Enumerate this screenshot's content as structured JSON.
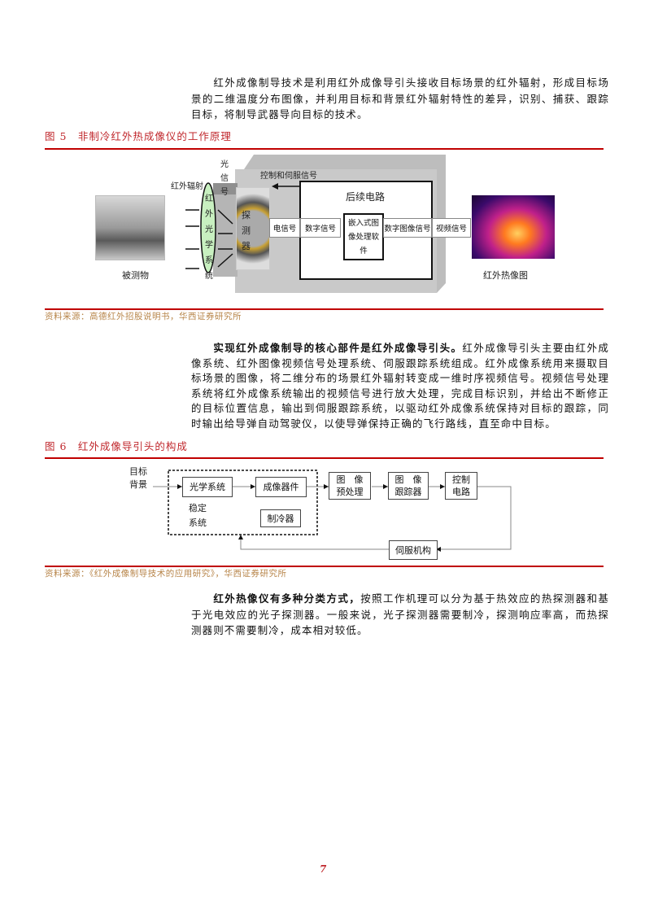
{
  "para1": "红外成像制导技术是利用红外成像导引头接收目标场景的红外辐射，形成目标场景的二维温度分布图像，并利用目标和背景红外辐射特性的差异，识别、捕获、跟踪目标，将制导武器导向目标的技术。",
  "fig5": {
    "title": "图 5　非制冷红外热成像仪的工作原理",
    "labels": {
      "object": "被测物",
      "ir_radiation": "红外辐射",
      "optics": "红外光学系统",
      "light_signal": "光信号",
      "detector": "探测器",
      "control_signal": "控制和伺服信号",
      "circuit": "后续电路",
      "embedded": "嵌入式图像处理软件",
      "electric_signal": "电信号",
      "digital_signal": "数字信号",
      "digital_image_signal": "数字图像信号",
      "video_signal": "视频信号",
      "thermal_image": "红外热像图"
    },
    "source": "资料来源：高德红外招股说明书，华西证券研究所"
  },
  "para2": {
    "bold": "实现红外成像制导的核心部件是红外成像导引头。",
    "text": "红外成像导引头主要由红外成像系统、红外图像视频信号处理系统、伺服跟踪系统组成。红外成像系统用来摄取目标场景的图像，将二维分布的场景红外辐射转变成一维时序视频信号。视频信号处理系统将红外成像系统输出的视频信号进行放大处理，完成目标识别，并给出不断修正的目标位置信息，输出到伺服跟踪系统，以驱动红外成像系统保持对目标的跟踪，同时输出给导弹自动驾驶仪，以使导弹保持正确的飞行路线，直至命中目标。"
  },
  "fig6": {
    "title": "图 6　红外成像导引头的构成",
    "labels": {
      "target_bg": "目标背景",
      "optics": "光学系统",
      "imager": "成像器件",
      "stabilizer": "稳定系统",
      "cooler": "制冷器",
      "preproc": "图　像预处理",
      "tracker": "图　像跟踪器",
      "control": "控制电路",
      "servo": "伺服机构"
    },
    "source": "资料来源：《红外成像制导技术的应用研究》，华西证券研究所"
  },
  "para3": {
    "bold": "红外热像仪有多种分类方式，",
    "text": "按照工作机理可以分为基于热效应的热探测器和基于光电效应的光子探测器。一般来说，光子探测器需要制冷，探测响应率高，而热探测器则不需要制冷，成本相对较低。"
  },
  "page_number": "7"
}
